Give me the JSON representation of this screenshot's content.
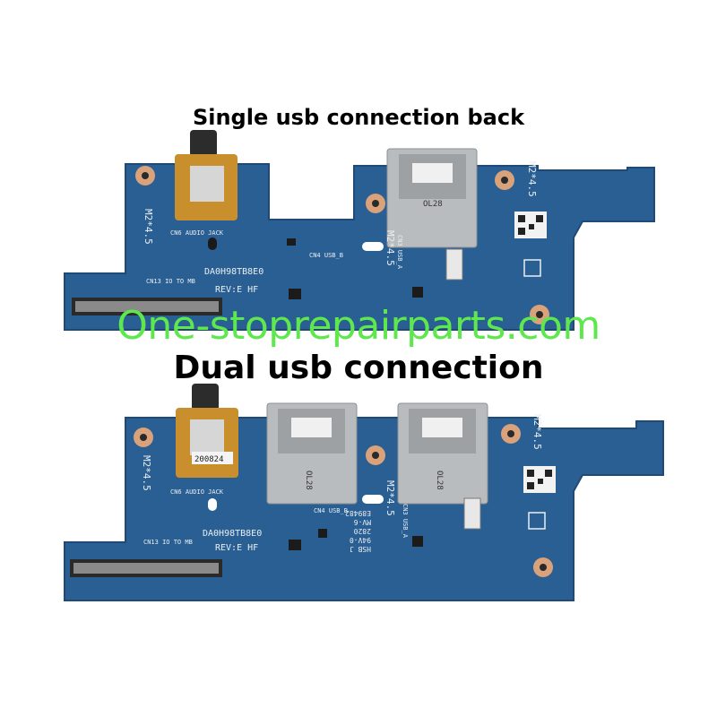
{
  "captions": {
    "top": "Single usb connection back",
    "bottom": "Dual usb connection"
  },
  "watermark": "One-stoprepairparts.com",
  "colors": {
    "pcb": "#2a5f93",
    "pcb_edge": "#1f4a78",
    "watermark": "#5ee84e",
    "copper_pad": "#d9a27a",
    "usb_metal": "#b9bcbf",
    "audio_jack": "#c98f2c",
    "flex_connector": "#2a2a2a"
  },
  "boards": {
    "top": {
      "mount_label_left": "M2*4.5",
      "mount_label_mid": "M2*4.5",
      "mount_label_right": "M2*4.5",
      "audio_label": "CN6 AUDIO JACK",
      "usb_label": "CN4 USB_B",
      "usb_a_label": "CN3 USB_A",
      "io_label": "CN13 IO TO MB",
      "part_number": "DA0H98TB8E0",
      "revision": "REV:E HF",
      "usb_stamp": "OL28"
    },
    "bottom": {
      "mount_label_left": "M2*4.5",
      "mount_label_mid": "M2*4.5",
      "mount_label_right": "M2*4.5",
      "audio_label": "CN6 AUDIO JACK",
      "jack_sticker": "200824",
      "usb_label": "CN4 USB_B",
      "usb_a_label": "CN3 USB_A",
      "io_label": "CN13 IO TO MB",
      "part_number": "DA0H98TB8E0",
      "revision": "REV:E HF",
      "usb_stamp_left": "OL28",
      "usb_stamp_right": "OL28",
      "marking_1": "HSB J",
      "marking_2": "94V-0",
      "marking_3": "2820",
      "marking_4": "MV-6",
      "marking_5": "E89482"
    }
  }
}
